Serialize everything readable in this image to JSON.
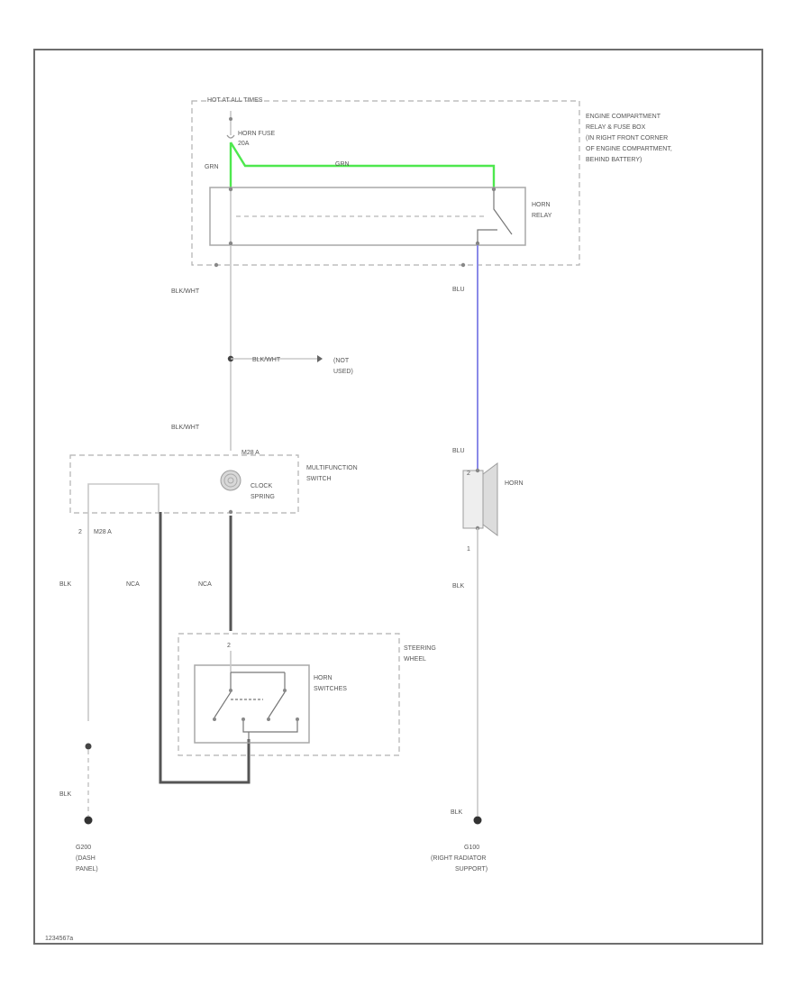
{
  "hot_label": "HOT AT ALL TIMES",
  "fuse_box": {
    "label_lines": [
      "ENGINE COMPARTMENT",
      "RELAY & FUSE BOX",
      "(IN RIGHT FRONT CORNER",
      "OF ENGINE COMPARTMENT,",
      "BEHIND BATTERY)"
    ],
    "fuse_lines": [
      "HORN FUSE",
      "20A"
    ],
    "relay_lines": [
      "HORN",
      "RELAY"
    ],
    "wire_grn_left": "GRN",
    "wire_grn_top": "GRN"
  },
  "wires": {
    "blk_wht_upper": "BLK/WHT",
    "blk_wht_branch": "BLK/WHT",
    "blk_wht_lower": "BLK/WHT",
    "blu_upper": "BLU",
    "blu_lower": "BLU",
    "blk_horn": "BLK",
    "blk_left": "BLK",
    "blk_left_lower": "BLK",
    "blk_right_lower": "BLK",
    "nca_left": "NCA",
    "nca_right": "NCA"
  },
  "not_used": [
    "(NOT",
    "USED)"
  ],
  "multifunction": {
    "label_lines": [
      "MULTIFUNCTION",
      "SWITCH"
    ],
    "clock_lines": [
      "CLOCK",
      "SPRING"
    ],
    "conn_top": "M28 A",
    "conn_left": "M28 A",
    "pin_left": "2"
  },
  "horn": {
    "label": "HORN",
    "pin_top": "2",
    "pin_bottom": "1"
  },
  "steering": {
    "label_lines": [
      "STEERING",
      "WHEEL"
    ],
    "switch_lines": [
      "HORN",
      "SWITCHES"
    ],
    "pin_top": "2"
  },
  "grounds": {
    "left": [
      "G200",
      "(DASH",
      "PANEL)"
    ],
    "right": [
      "G100",
      "(RIGHT RADIATOR",
      "SUPPORT)"
    ]
  },
  "footer": "1234567a",
  "colors": {
    "green_wire": "#4ee84e",
    "blue_wire": "#8a8ae8",
    "frame": "#6e6e6e"
  }
}
